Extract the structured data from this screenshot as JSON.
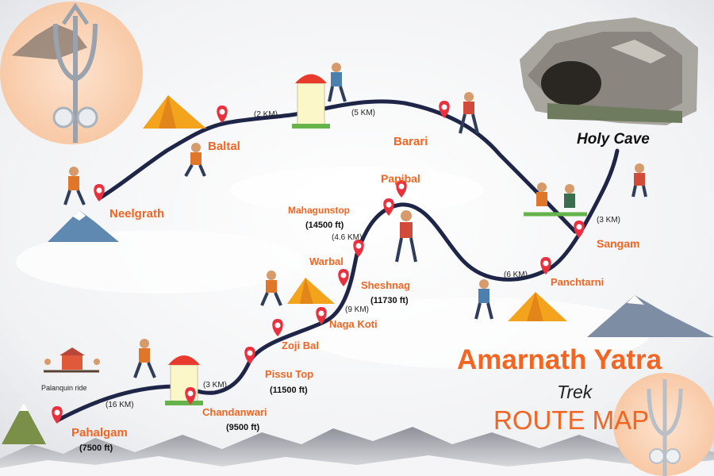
{
  "title": {
    "line1": "Amarnath Yatra",
    "line2": "Trek",
    "line3": "ROUTE MAP"
  },
  "destination": "Holy Cave",
  "stops": [
    {
      "name": "Pahalgam",
      "alt": "(7500 ft)"
    },
    {
      "name": "Chandanwari",
      "alt": "(9500 ft)"
    },
    {
      "name": "Pissu Top",
      "alt": "(11500 ft)"
    },
    {
      "name": "Zoji Bal",
      "alt": ""
    },
    {
      "name": "Naga Koti",
      "alt": ""
    },
    {
      "name": "Sheshnag",
      "alt": "(11730 ft)"
    },
    {
      "name": "Warbal",
      "alt": ""
    },
    {
      "name": "Mahagunstop",
      "alt": "(14500 ft)"
    },
    {
      "name": "Papibal",
      "alt": ""
    },
    {
      "name": "Panchtarni",
      "alt": ""
    },
    {
      "name": "Sangam",
      "alt": ""
    },
    {
      "name": "Neelgrath",
      "alt": ""
    },
    {
      "name": "Baltal",
      "alt": ""
    },
    {
      "name": "Barari",
      "alt": ""
    }
  ],
  "distances": {
    "pahalgam_chandanwari": "(16 KM)",
    "chandanwari_pissu": "(3 KM)",
    "nagakoti_sheshnag": "(9 KM)",
    "warbal_mahagun": "(4.6 KM)",
    "papibal_panchtarni": "(6 KM)",
    "panchtarni_sangam": "(3 KM)",
    "baltal_segment": "(2 KM)",
    "barari_segment": "(5 KM)"
  },
  "caption": "Palanquin ride",
  "colors": {
    "accent": "#f26522",
    "route": "#1f2547",
    "pin": "#e8303f",
    "title": "#f26522",
    "dark": "#111111"
  }
}
